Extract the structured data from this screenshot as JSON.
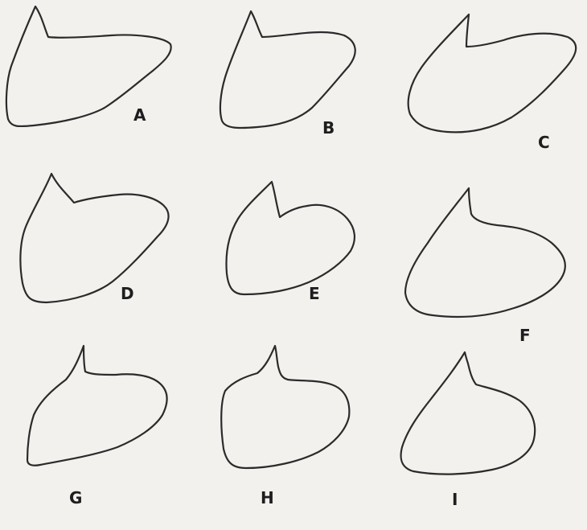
{
  "figure": {
    "shapes": [
      {
        "label": "A"
      },
      {
        "label": "B"
      },
      {
        "label": "C"
      },
      {
        "label": "D"
      },
      {
        "label": "E"
      },
      {
        "label": "F"
      },
      {
        "label": "G"
      },
      {
        "label": "H"
      },
      {
        "label": "I"
      }
    ]
  }
}
